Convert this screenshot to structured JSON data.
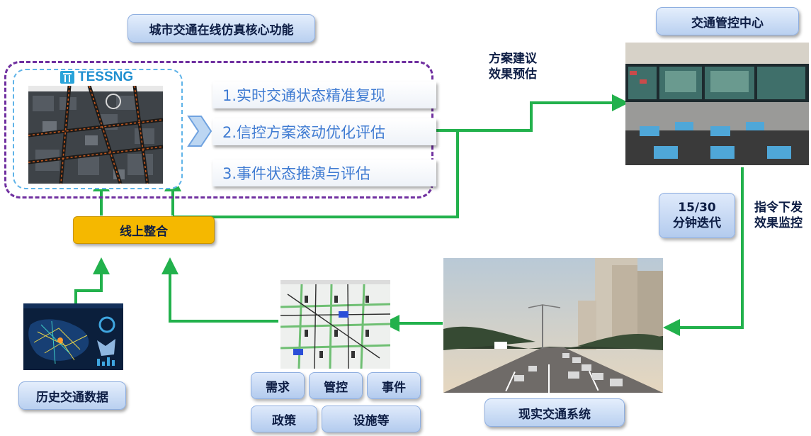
{
  "top_title": "城市交通在线仿真核心功能",
  "tessng_logo": "TESSNG",
  "features": [
    "1.实时交通状态精准复现",
    "2.信控方案滚动优化评估",
    "3.事件状态推演与评估"
  ],
  "center_label": "线上整合",
  "history_label": "历史交通数据",
  "chips": [
    "需求",
    "管控",
    "事件",
    "政策",
    "设施等"
  ],
  "reality_label": "现实交通系统",
  "control_center_label": "交通管控中心",
  "scheme_label": [
    "方案建议",
    "效果预估"
  ],
  "iteration_label": [
    "15/30",
    "分钟迭代"
  ],
  "command_label": [
    "指令下发",
    "效果监控"
  ],
  "colors": {
    "arrow": "#22b14c",
    "dashed_border": "#7030a0",
    "inner_dashed": "#5fb3e8",
    "center_box": "#f5b800",
    "feature_text": "#3f7bd2"
  }
}
